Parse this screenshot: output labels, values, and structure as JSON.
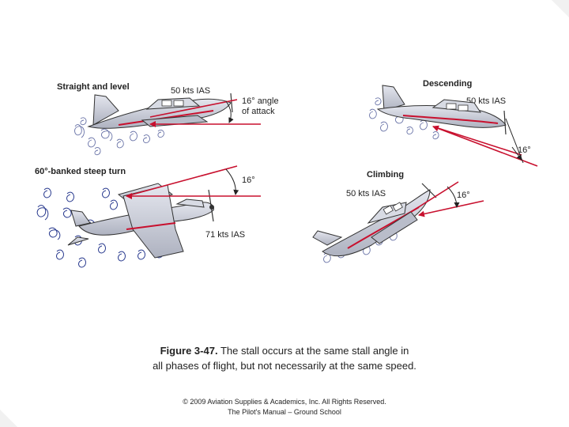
{
  "panels": {
    "straight": {
      "title": "Straight and level",
      "speed": "50 kts IAS",
      "angle_line1": "16° angle",
      "angle_line2": "of attack"
    },
    "descending": {
      "title": "Descending",
      "speed": "50 kts IAS",
      "angle": "16°"
    },
    "steep_turn": {
      "title": "60°-banked steep turn",
      "angle": "16°",
      "speed": "71 kts IAS"
    },
    "climbing": {
      "title": "Climbing",
      "speed": "50 kts IAS",
      "angle": "16°"
    }
  },
  "caption": {
    "figure_label": "Figure 3-47.",
    "text_line1": " The stall occurs at the same stall angle in",
    "text_line2": "all phases of flight, but not necessarily at the same speed."
  },
  "credit": {
    "line1": "© 2009 Aviation Supplies & Academics, Inc. All Rights Reserved.",
    "line2": "The Pilot's Manual – Ground School"
  },
  "colors": {
    "arrow": "#c8102e",
    "airframe": "#c9ccd6",
    "stripe": "#c8102e",
    "turbulence": "#2a3b8f"
  }
}
